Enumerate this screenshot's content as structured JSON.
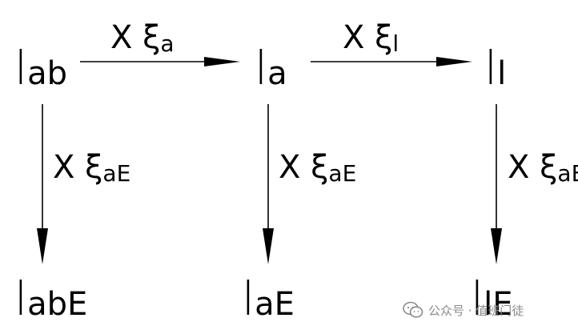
{
  "nodes": {
    "lab": {
      "main": "l",
      "sub": "ab"
    },
    "la": {
      "main": "l",
      "sub": "a"
    },
    "ll": {
      "main": "l",
      "sub": "l"
    },
    "labE": {
      "main": "l",
      "sub": "abE"
    },
    "laE": {
      "main": "l",
      "sub": "aE"
    },
    "llE": {
      "main": "l",
      "sub": "lE"
    }
  },
  "operators": {
    "h1": {
      "symbol": "X ξ",
      "sub": "a"
    },
    "h2": {
      "symbol": "X ξ",
      "sub": "l"
    },
    "v1": {
      "symbol": "X ξ",
      "sub": "aE"
    },
    "v2": {
      "symbol": "X ξ",
      "sub": "aE"
    },
    "v3": {
      "symbol": "X ξ",
      "sub": "aE"
    }
  },
  "watermark": {
    "text": "公众号 · 值班门徒",
    "icon": "wechat-icon",
    "color": "#8a8a8a"
  },
  "colors": {
    "line": "#000000",
    "background": "#ffffff"
  }
}
